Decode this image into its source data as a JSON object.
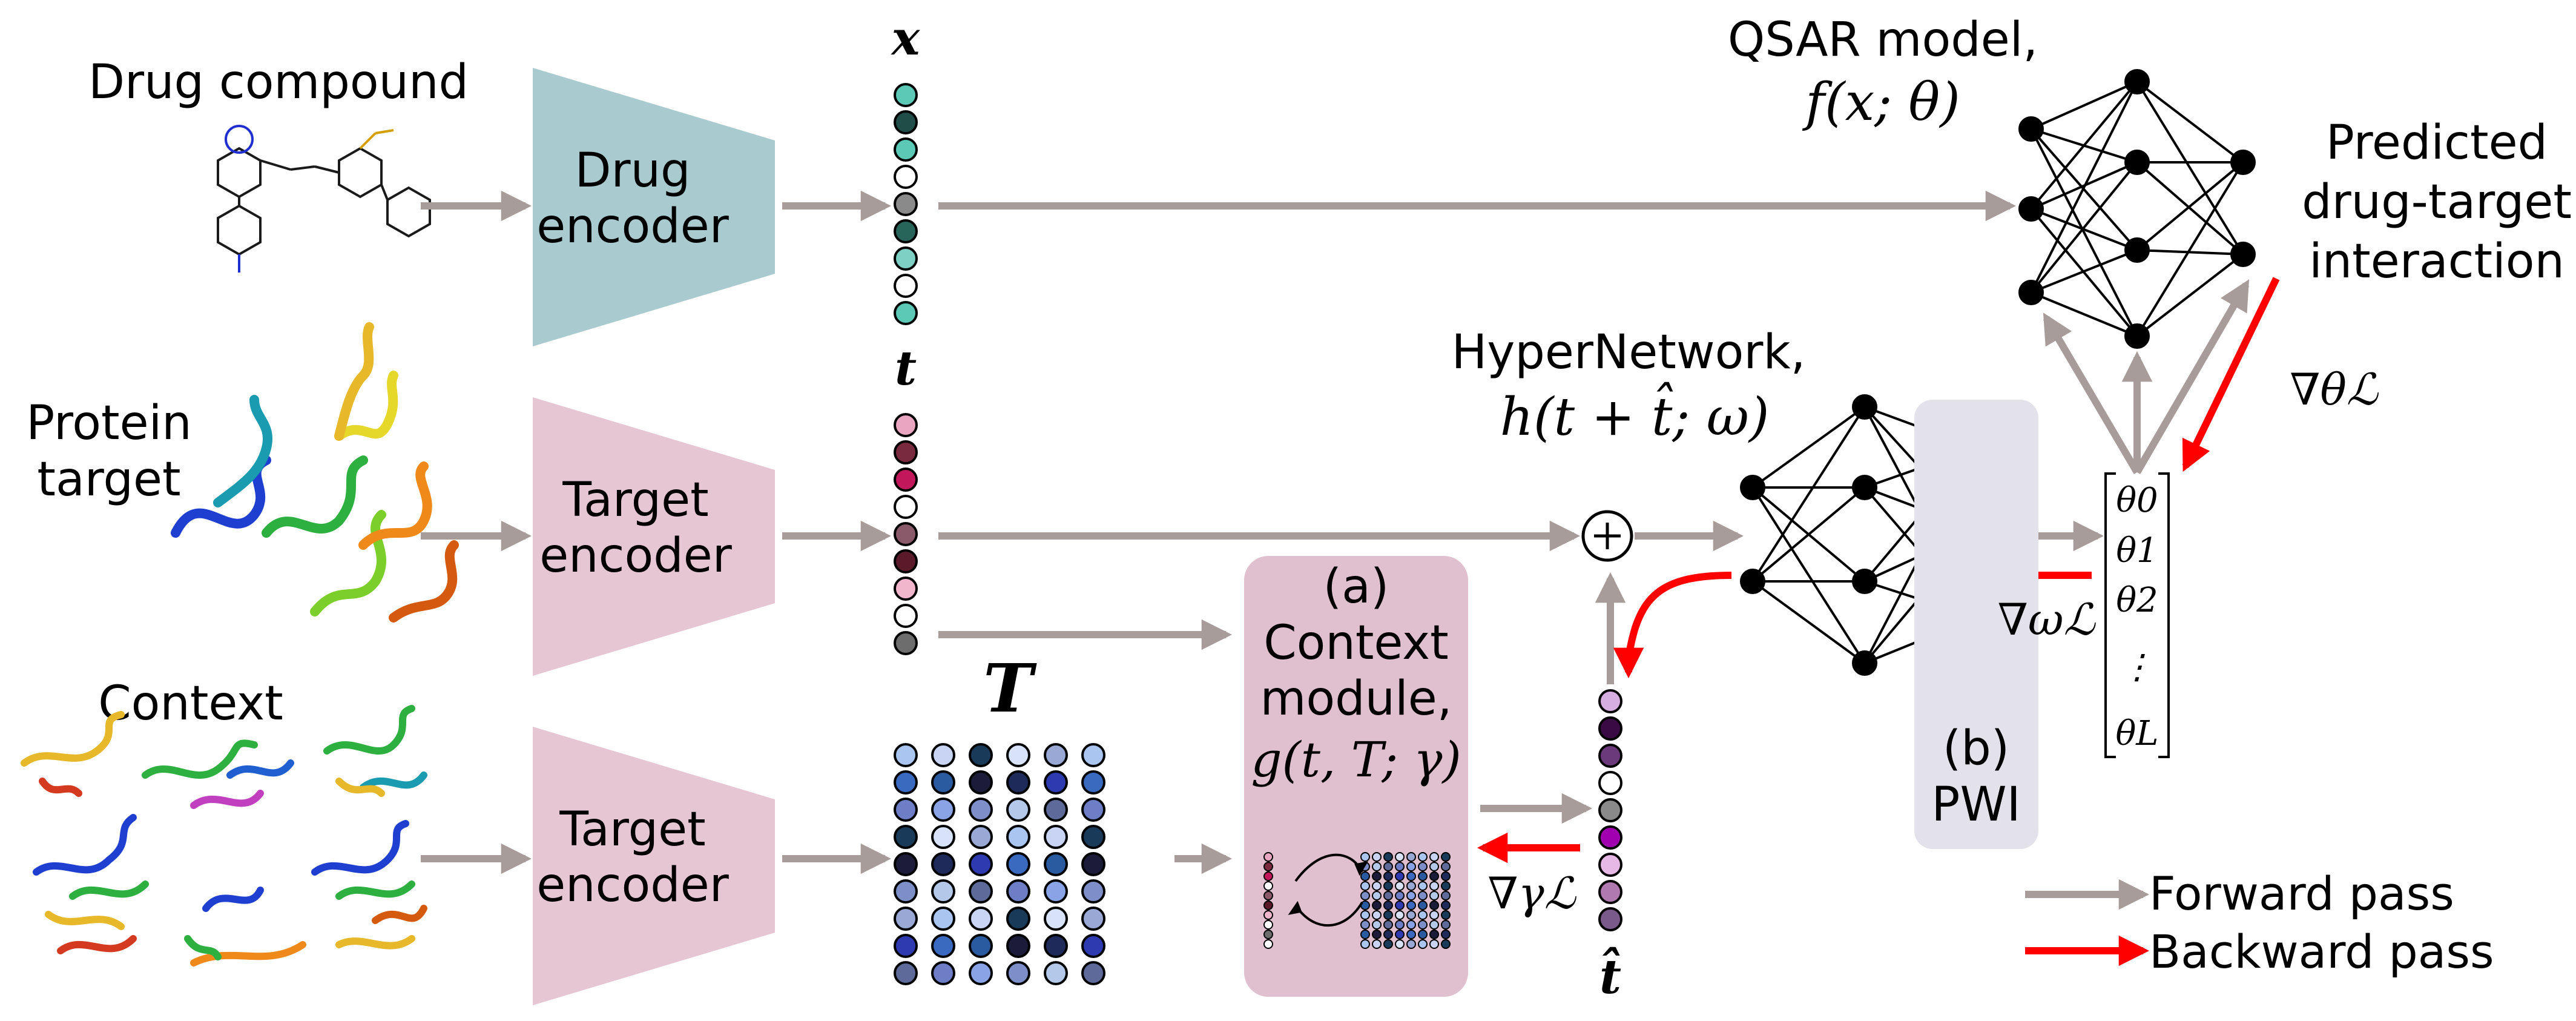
{
  "labels": {
    "drug_compound": "Drug compound",
    "protein_target_1": "Protein",
    "protein_target_2": "target",
    "context": "Context",
    "drug_encoder_1": "Drug",
    "drug_encoder_2": "encoder",
    "target_encoder_1": "Target",
    "target_encoder_2": "encoder",
    "target_encoder2_1": "Target",
    "target_encoder2_2": "encoder",
    "x_symbol": "x",
    "t_symbol": "t",
    "T_symbol": "T",
    "that_symbol": "t̂",
    "qsar_1": "QSAR model,",
    "qsar_2": "f(x; θ)",
    "predicted_1": "Predicted",
    "predicted_2": "drug-target",
    "predicted_3": "interaction",
    "grad_theta": "∇θℒ",
    "hypernet_1": "HyperNetwork,",
    "hypernet_2": "h(t + t̂; ω)",
    "context_a": "(a)",
    "context_1": "Context",
    "context_2": "module,",
    "context_3": "g(t, T; γ)",
    "grad_gamma": "∇γℒ",
    "grad_omega": "∇ωℒ",
    "pwi_b": "(b)",
    "pwi": "PWI",
    "theta_0": "θ0",
    "theta_1": "θ1",
    "theta_2": "θ2",
    "theta_dots": "⋮",
    "theta_L": "θL",
    "legend_forward": "Forward pass",
    "legend_backward": "Backward pass"
  },
  "vectors": {
    "x_colors": [
      "#5cc9b7",
      "#1f4d47",
      "#5cc9b7",
      "#ffffff",
      "#8a8a8a",
      "#27645a",
      "#7fd0c4",
      "#ffffff",
      "#5cc9b7"
    ],
    "t_colors": [
      "#e8a6c0",
      "#7a2a3f",
      "#c2185b",
      "#ffffff",
      "#8a5a6a",
      "#5a1a2a",
      "#f2b6cc",
      "#ffffff",
      "#6d6d6d"
    ],
    "that_colors": [
      "#d7aee0",
      "#3a0a44",
      "#6a3a7a",
      "#ffffff",
      "#8a8a8a",
      "#a000b0",
      "#e6b8e6",
      "#b07ab0",
      "#7a5a8a"
    ]
  },
  "colors": {
    "forward_arrow": "#a89c9a",
    "backward_arrow": "#ff0000",
    "drug_encoder": "#a9cbcf",
    "target_encoder": "#e6c6d3",
    "context_module": "#e0bfce",
    "pwi_box": "#e3e2ea"
  }
}
